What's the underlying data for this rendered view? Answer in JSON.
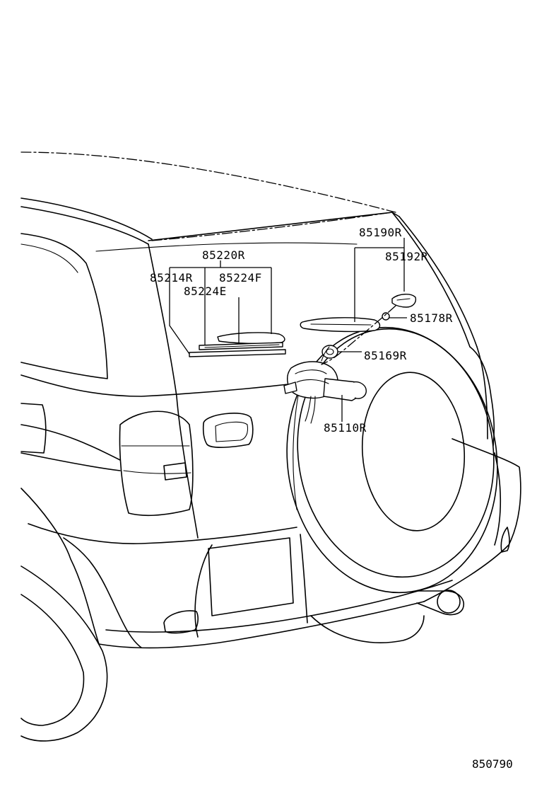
{
  "figure_number": "850790",
  "parts": {
    "p85190R": "85190R",
    "p85192R": "85192R",
    "p85178R": "85178R",
    "p85220R": "85220R",
    "p85214R": "85214R",
    "p85224F": "85224F",
    "p85224E": "85224E",
    "p85169R": "85169R",
    "p85110R": "85110R"
  }
}
